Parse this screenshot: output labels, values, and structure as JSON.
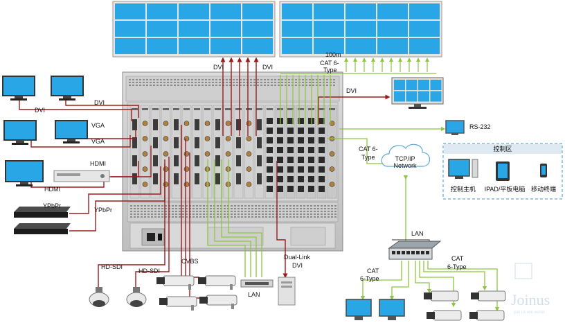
{
  "labels": {
    "dvi_left_1": "DVI",
    "dvi_left_2": "DVI",
    "vga_1": "VGA",
    "vga_2": "VGA",
    "hdmi_1": "HDMI",
    "hdmi_2": "HDMI",
    "ypbpr_1": "YPbPr",
    "ypbpr_2": "YPbPr",
    "dvi_top_left": "DVI",
    "dvi_top_right": "DVI",
    "distance": "100m",
    "cat6_top_1": "CAT 6-",
    "cat6_top_2": "Type",
    "dvi_right": "DVI",
    "rs232": "RS-232",
    "cat6_net_1": "CAT 6-",
    "cat6_net_2": "Type",
    "network_1": "TCP/IP",
    "network_2": "Network",
    "control_zone": "控制区",
    "control_host": "控制主机",
    "ipad": "IPAD/平板电脑",
    "mobile": "移动终端",
    "lan_switch": "LAN",
    "cat6_bl_1": "CAT",
    "cat6_bl_2": "6-Type",
    "cat6_br_1": "CAT",
    "cat6_br_2": "6-Type",
    "hdsdi_1": "HD-SDI",
    "hdsdi_2": "HD-SDI",
    "cvbs": "CVBS",
    "lan_bottom": "LAN",
    "duallink_1": "Dual-Link",
    "duallink_2": "DVI",
    "watermark": "Joinus",
    "watermark_sub": "join us win world"
  },
  "colors": {
    "screen_blue": "#29a6e6",
    "dvi_red": "#9b1b1b",
    "cat_green": "#8cc63f",
    "lan_dark": "#333333",
    "zone_dash": "#5aa9d6"
  }
}
